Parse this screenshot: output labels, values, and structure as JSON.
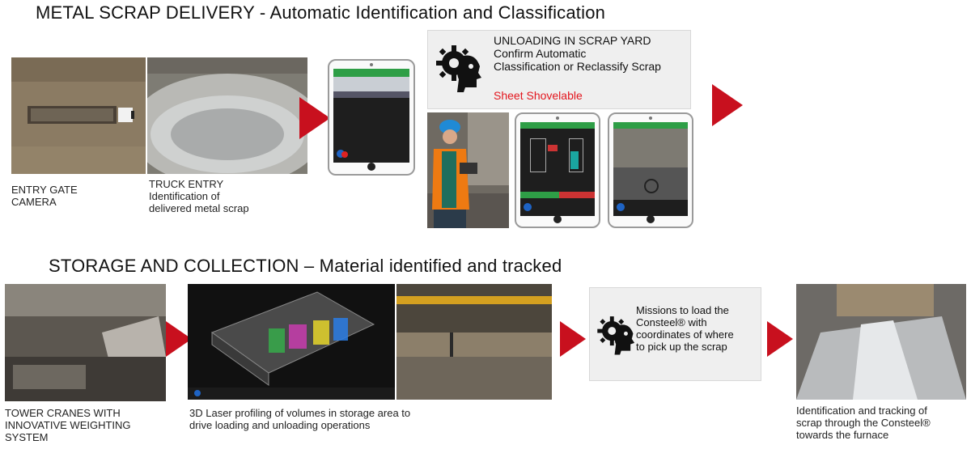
{
  "section1": {
    "title": "METAL SCRAP DELIVERY - Automatic Identification and Classification",
    "entry_gate": {
      "line1": "ENTRY GATE",
      "line2": "CAMERA"
    },
    "truck_entry": {
      "line1": "TRUCK ENTRY",
      "line2": "Identification of",
      "line3": "delivered metal scrap"
    },
    "unloading_panel": {
      "line1": "UNLOADING IN SCRAP YARD",
      "line2": "Confirm Automatic",
      "line3": "Classification or Reclassify Scrap",
      "classification": "Sheet Shovelable"
    }
  },
  "section2": {
    "title": "STORAGE AND COLLECTION – Material identified and tracked",
    "cranes": {
      "line1": "TOWER CRANES WITH",
      "line2": "INNOVATIVE WEIGHTING",
      "line3": "SYSTEM"
    },
    "laser": {
      "line1": "3D Laser profiling of volumes in storage area to",
      "line2": "drive  loading and unloading operations"
    },
    "missions_panel": {
      "line1": "Missions to load the",
      "line2": "Consteel® with",
      "line3": "coordinates of where",
      "line4": "to pick up the scrap"
    },
    "tracking": {
      "line1": "Identification and tracking of",
      "line2": "scrap through the Consteel®",
      "line3": "towards the furnace"
    }
  },
  "colors": {
    "arrow": "#c8101e",
    "classification_text": "#e3161e",
    "app_green": "#2e9e46",
    "panel_bg": "#efefef"
  }
}
